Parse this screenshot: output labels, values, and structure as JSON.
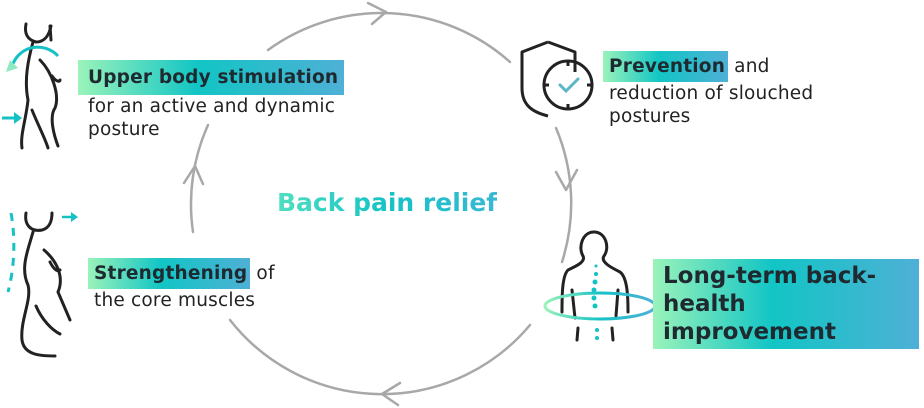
{
  "center": {
    "title": "Back pain relief"
  },
  "steps": [
    {
      "highlight": "Upper body stimulation",
      "rest_line1": "for an active and dynamic",
      "rest_line2": "posture",
      "icon": "upper-body-figure-icon"
    },
    {
      "highlight": "Prevention",
      "rest_inline": " and",
      "rest_line1": "reduction of slouched",
      "rest_line2": "postures",
      "icon": "shield-clock-check-icon"
    },
    {
      "line1": "Long-term back-",
      "line2": "health improvement",
      "icon": "back-spine-ring-icon"
    },
    {
      "highlight": "Strengthening",
      "rest_inline": " of",
      "rest_line1": "the core muscles",
      "icon": "core-posture-figure-icon"
    }
  ],
  "colors": {
    "accent": "#14c2c6",
    "arc": "#a8a8a8",
    "text": "#222222",
    "gradient_start": "#9af3ba",
    "gradient_end": "#4fb0d6"
  }
}
